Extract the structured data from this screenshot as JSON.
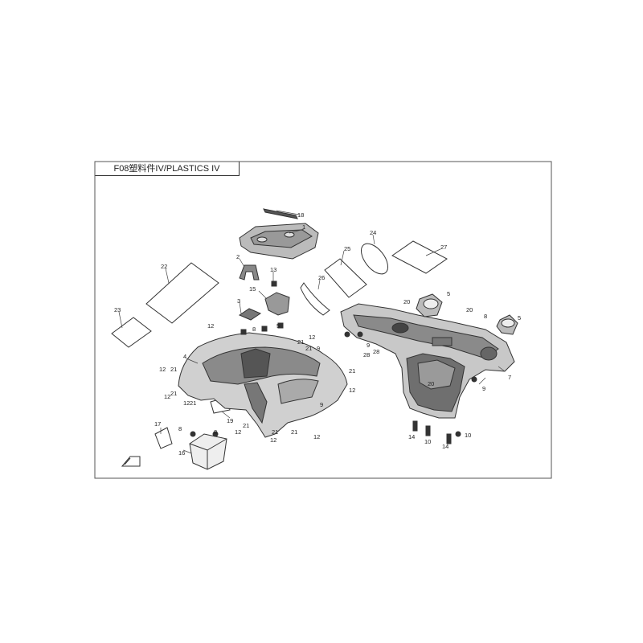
{
  "diagram": {
    "title": "F08塑料件IV/PLASTICS IV",
    "callouts": [
      {
        "id": "c1",
        "label": "1"
      },
      {
        "id": "c2",
        "label": "2"
      },
      {
        "id": "c3",
        "label": "3"
      },
      {
        "id": "c4",
        "label": "4"
      },
      {
        "id": "c5a",
        "label": "5"
      },
      {
        "id": "c5b",
        "label": "5"
      },
      {
        "id": "c5c",
        "label": "5"
      },
      {
        "id": "c7",
        "label": "7"
      },
      {
        "id": "c8a",
        "label": "8"
      },
      {
        "id": "c8b",
        "label": "8"
      },
      {
        "id": "c8c",
        "label": "8"
      },
      {
        "id": "c8d",
        "label": "8"
      },
      {
        "id": "c9a",
        "label": "9"
      },
      {
        "id": "c9b",
        "label": "9"
      },
      {
        "id": "c9c",
        "label": "9"
      },
      {
        "id": "c9d",
        "label": "9"
      },
      {
        "id": "c10a",
        "label": "10"
      },
      {
        "id": "c10b",
        "label": "10"
      },
      {
        "id": "c12a",
        "label": "12"
      },
      {
        "id": "c12b",
        "label": "12"
      },
      {
        "id": "c12c",
        "label": "12"
      },
      {
        "id": "c12d",
        "label": "12"
      },
      {
        "id": "c12e",
        "label": "12"
      },
      {
        "id": "c12f",
        "label": "12"
      },
      {
        "id": "c12g",
        "label": "12"
      },
      {
        "id": "c12h",
        "label": "12"
      },
      {
        "id": "c12i",
        "label": "12"
      },
      {
        "id": "c13",
        "label": "13"
      },
      {
        "id": "c14a",
        "label": "14"
      },
      {
        "id": "c14b",
        "label": "14"
      },
      {
        "id": "c15",
        "label": "15"
      },
      {
        "id": "c16",
        "label": "16"
      },
      {
        "id": "c17",
        "label": "17"
      },
      {
        "id": "c18",
        "label": "18"
      },
      {
        "id": "c19",
        "label": "19"
      },
      {
        "id": "c20a",
        "label": "20"
      },
      {
        "id": "c20b",
        "label": "20"
      },
      {
        "id": "c20c",
        "label": "20"
      },
      {
        "id": "c21a",
        "label": "21"
      },
      {
        "id": "c21b",
        "label": "21"
      },
      {
        "id": "c21c",
        "label": "21"
      },
      {
        "id": "c21d",
        "label": "21"
      },
      {
        "id": "c21e",
        "label": "21"
      },
      {
        "id": "c21f",
        "label": "21"
      },
      {
        "id": "c21g",
        "label": "21"
      },
      {
        "id": "c21h",
        "label": "21"
      },
      {
        "id": "c21i",
        "label": "21"
      },
      {
        "id": "c22",
        "label": "22"
      },
      {
        "id": "c23",
        "label": "23"
      },
      {
        "id": "c24",
        "label": "24"
      },
      {
        "id": "c25",
        "label": "25"
      },
      {
        "id": "c26",
        "label": "26"
      },
      {
        "id": "c27",
        "label": "27"
      },
      {
        "id": "c28a",
        "label": "28"
      },
      {
        "id": "c28b",
        "label": "28"
      }
    ]
  }
}
